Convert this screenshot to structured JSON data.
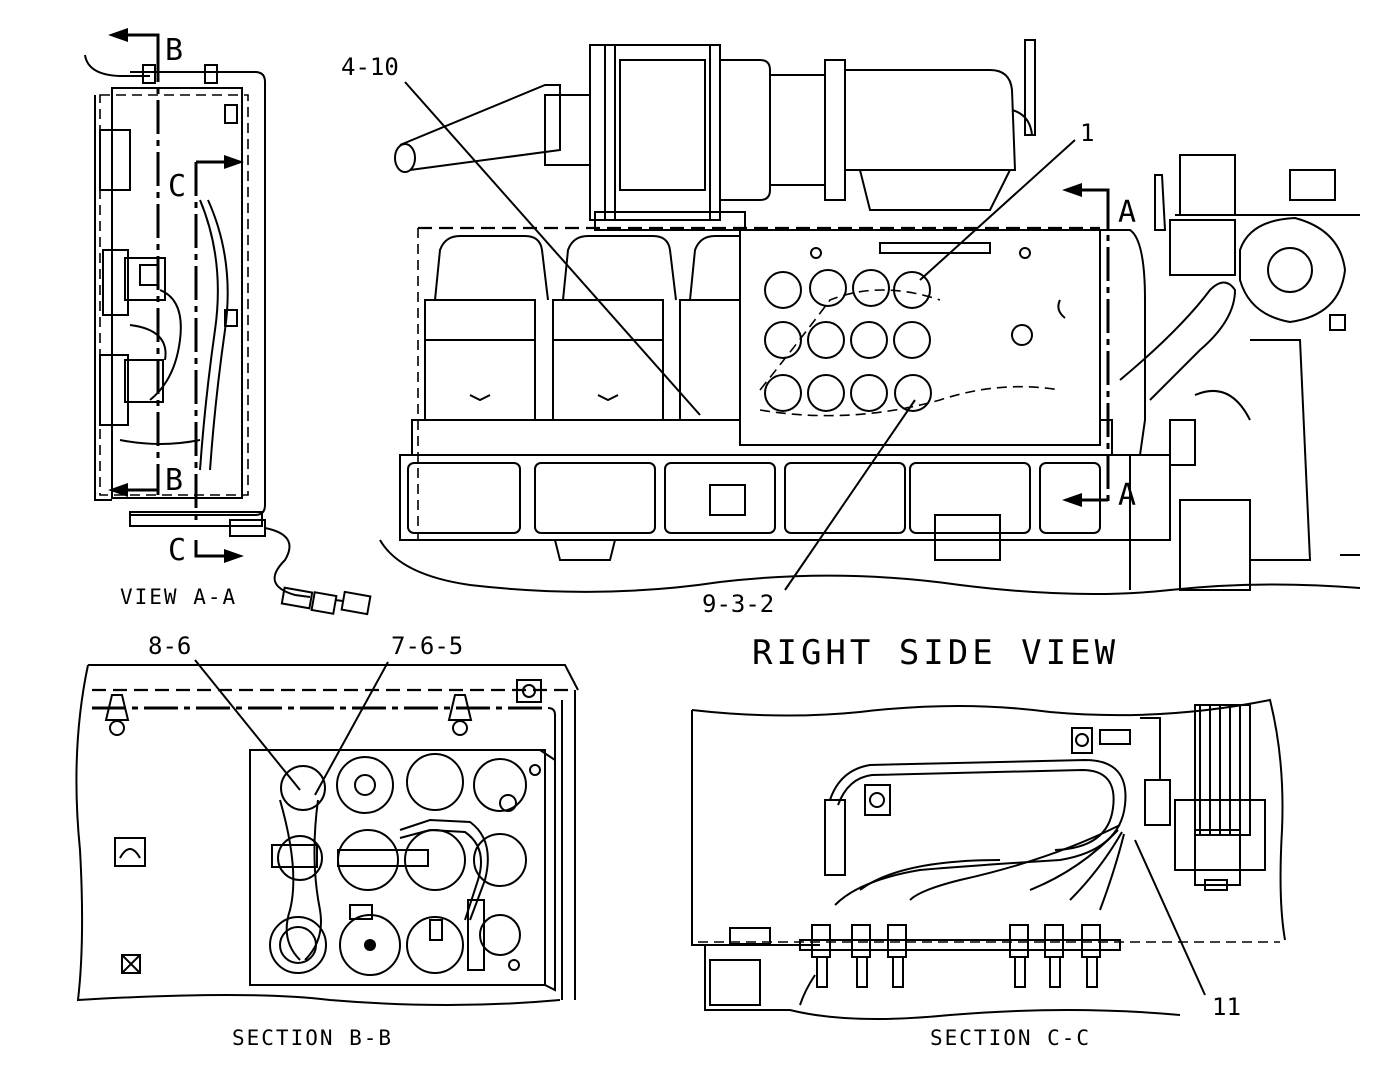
{
  "views": {
    "view_aa": {
      "caption": "VIEW A-A"
    },
    "right_side": {
      "caption": "RIGHT SIDE VIEW"
    },
    "section_bb": {
      "caption": "SECTION B-B"
    },
    "section_cc": {
      "caption": "SECTION C-C"
    }
  },
  "section_markers": {
    "a": "A",
    "b": "B",
    "c": "C"
  },
  "callouts": {
    "c_4_10": "4-10",
    "c_1": "1",
    "c_9_3_2": "9-3-2",
    "c_8_6": "8-6",
    "c_7_6_5": "7-6-5",
    "c_11": "11"
  }
}
